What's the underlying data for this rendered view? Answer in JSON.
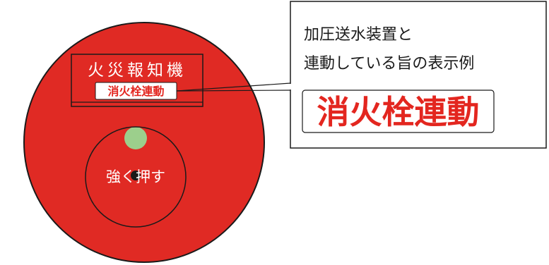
{
  "alarm": {
    "title": "火災報知機",
    "small_label": "消火栓連動",
    "button_text": "強く押す"
  },
  "callout": {
    "caption_line1": "加圧送水装置と",
    "caption_line2": "連動している旨の表示例",
    "big_label": "消火栓連動"
  },
  "colors": {
    "alarm_red": "#e02a24",
    "label_red": "#e3261f",
    "indicator_green": "#9ccf8c",
    "outline": "#1a1a1a"
  }
}
